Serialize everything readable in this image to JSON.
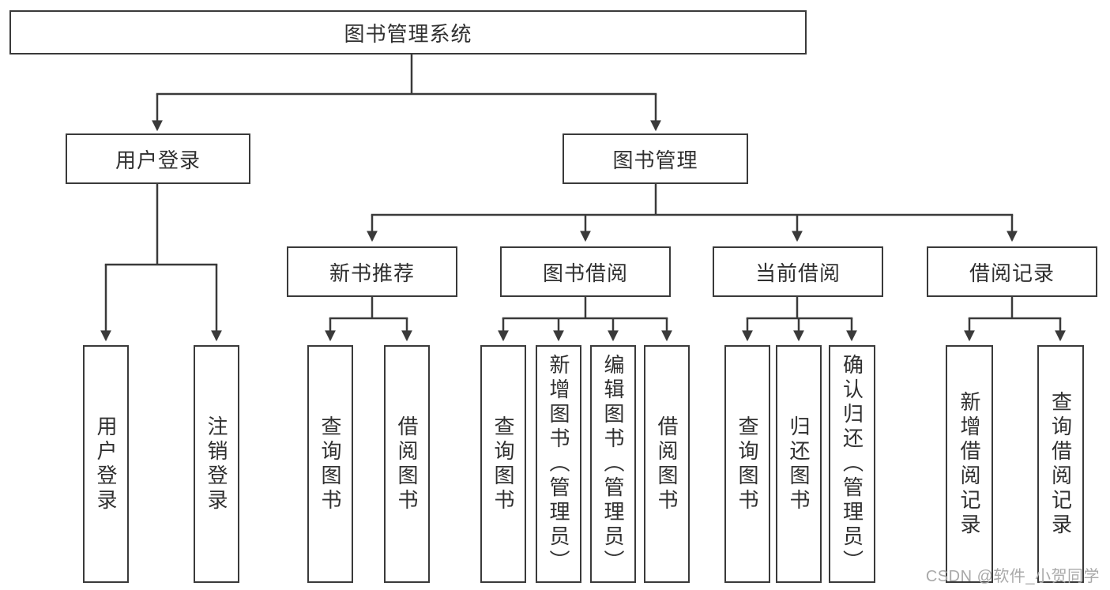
{
  "diagram": {
    "root": {
      "label": "图书管理系统"
    },
    "children": [
      {
        "label": "用户登录",
        "children": [
          {
            "label": "用户登录"
          },
          {
            "label": "注销登录"
          }
        ]
      },
      {
        "label": "图书管理",
        "children": [
          {
            "label": "新书推荐",
            "children": [
              {
                "label": "查询图书"
              },
              {
                "label": "借阅图书"
              }
            ]
          },
          {
            "label": "图书借阅",
            "children": [
              {
                "label": "查询图书"
              },
              {
                "label": "新增图书（管理员）"
              },
              {
                "label": "编辑图书（管理员）"
              },
              {
                "label": "借阅图书"
              }
            ]
          },
          {
            "label": "当前借阅",
            "children": [
              {
                "label": "查询图书"
              },
              {
                "label": "归还图书"
              },
              {
                "label": "确认归还（管理员）"
              }
            ]
          },
          {
            "label": "借阅记录",
            "children": [
              {
                "label": "新增借阅记录"
              },
              {
                "label": "查询借阅记录"
              }
            ]
          }
        ]
      }
    ]
  },
  "watermark": "CSDN @软件_小贺同学",
  "colors": {
    "line": "#3a3a3a",
    "box_border": "#3a3a3a",
    "text": "#303030",
    "background": "#ffffff",
    "watermark": "#a9a9a9"
  }
}
